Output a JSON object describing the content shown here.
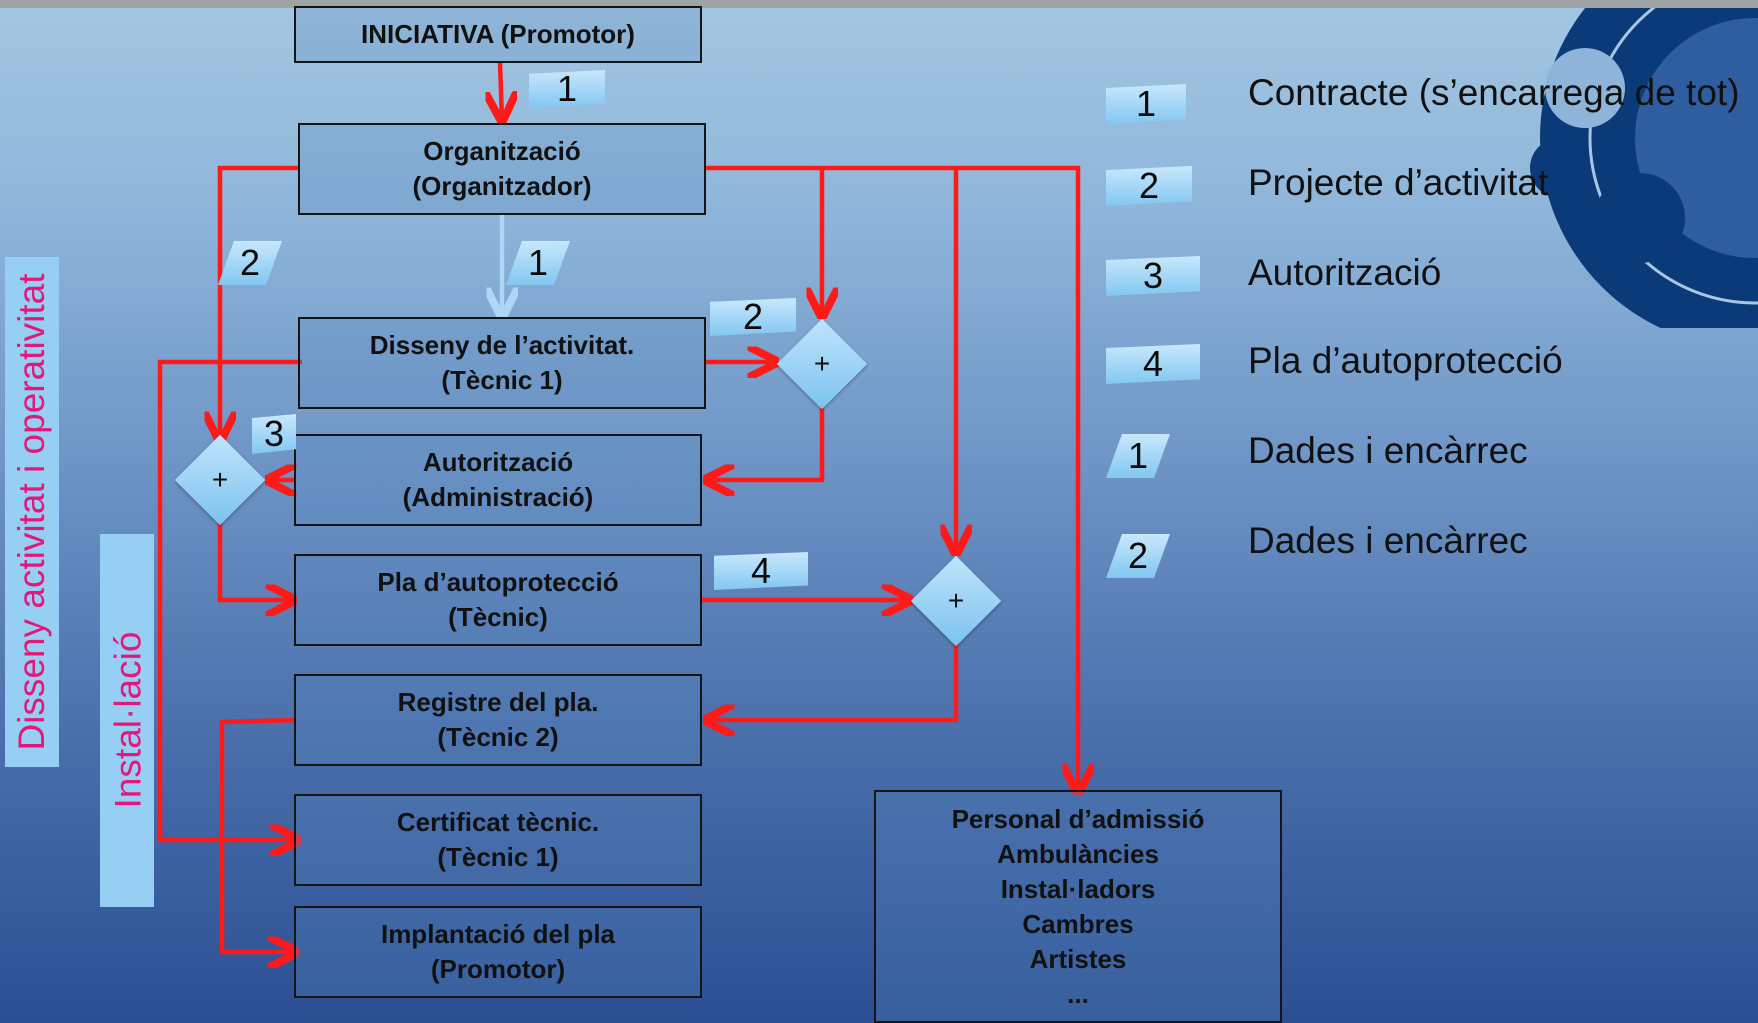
{
  "side_labels": {
    "outer": "Disseny activitat i operativitat",
    "inner": "Instal·lació"
  },
  "boxes": {
    "iniciativa": [
      "INICIATIVA (Promotor)"
    ],
    "organitzacio": [
      "Organització",
      "(Organitzador)"
    ],
    "disseny": [
      "Disseny de l’activitat.",
      "(Tècnic 1)"
    ],
    "autoritzacio": [
      "Autorització",
      "(Administració)"
    ],
    "pla": [
      "Pla d’autoprotecció",
      "(Tècnic)"
    ],
    "registre": [
      "Registre del pla.",
      "(Tècnic 2)"
    ],
    "certificat": [
      "Certificat tècnic.",
      "(Tècnic 1)"
    ],
    "implantacio": [
      "Implantació  del pla",
      "(Promotor)"
    ],
    "personal": [
      "Personal d’admissió",
      "Ambulàncies",
      "Instal·ladors",
      "Cambres",
      "Artistes",
      "..."
    ]
  },
  "diamond_symbol": "+",
  "flow_tags": {
    "t1_top": "1",
    "t1_mid": "1",
    "t2_left": "2",
    "t2_right": "2",
    "t3": "3",
    "t4": "4"
  },
  "legend": [
    {
      "tag": "1",
      "style": "rect",
      "text": "Contracte (s’encarrega de tot)"
    },
    {
      "tag": "2",
      "style": "rect",
      "text": "Projecte d’activitat"
    },
    {
      "tag": "3",
      "style": "rect",
      "text": "Autorització"
    },
    {
      "tag": "4",
      "style": "rect",
      "text": "Pla d’autoprotecció"
    },
    {
      "tag": "1",
      "style": "parallelogram",
      "text": "Dades i encàrrec"
    },
    {
      "tag": "2",
      "style": "parallelogram",
      "text": "Dades i encàrrec"
    }
  ],
  "colors": {
    "arrow_red": "#ff1a1a",
    "arrow_light_blue": "#aed6f6",
    "side_text_pink": "#e3197a",
    "side_bar": "#96cff3",
    "deco_navy": "#0b3a78"
  }
}
